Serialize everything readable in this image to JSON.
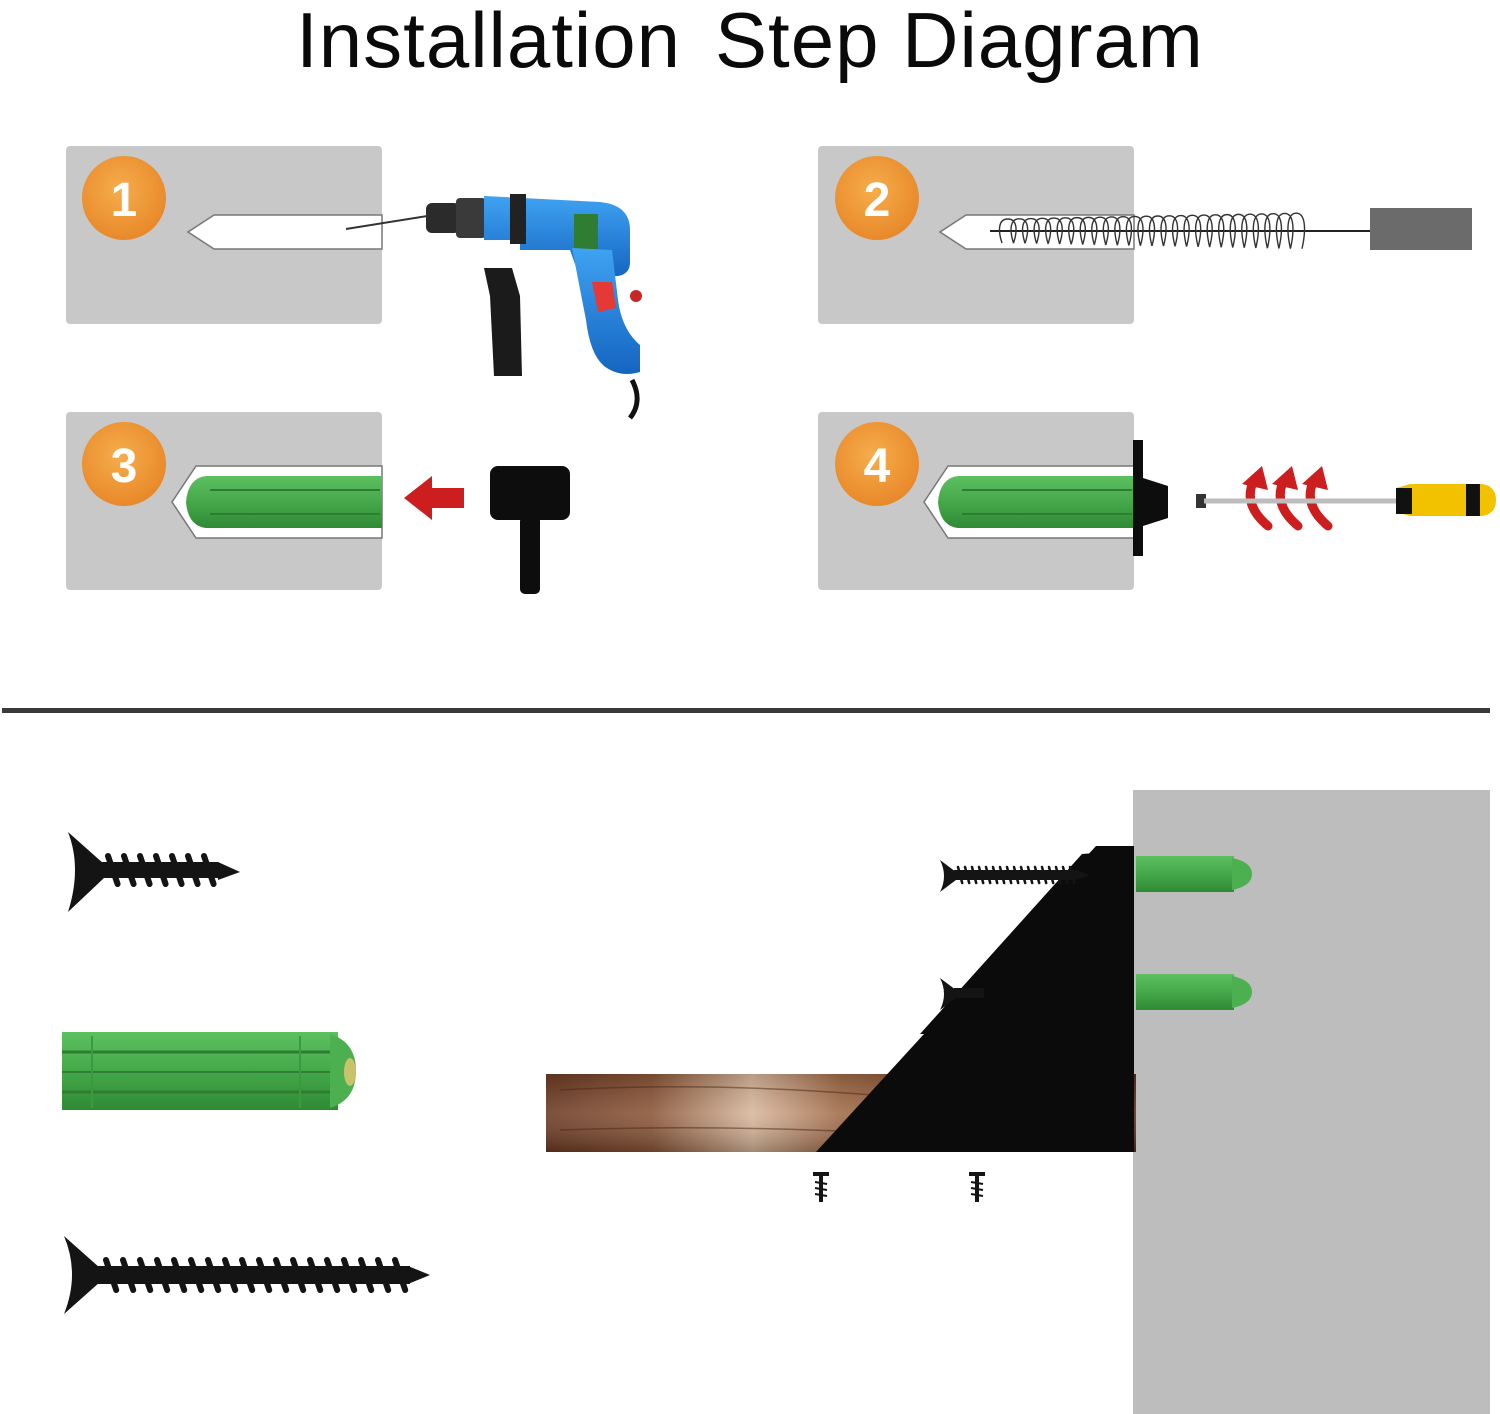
{
  "title": {
    "word1": "Installation",
    "word2": "Step Diagram"
  },
  "steps": [
    {
      "number": "1",
      "tool": "impact drill"
    },
    {
      "number": "2",
      "tool": "cleaning brush"
    },
    {
      "number": "3",
      "tool": "hammer"
    },
    {
      "number": "4",
      "tool": "screwdriver"
    }
  ],
  "colors": {
    "badge": "#ef9a33",
    "panel": "#c8c8c8",
    "wall": "#bdbdbd",
    "anchor": "#4caf50",
    "bracket": "#0b0b0b",
    "arrow": "#cc1e1e",
    "drill_body": "#1f86e0",
    "divider": "#3a3a3a"
  },
  "icons": [
    "drill-icon",
    "brush-icon",
    "hammer-icon",
    "screwdriver-icon",
    "rotate-arrows-icon",
    "screw-icon",
    "wall-anchor-icon",
    "shelf-bracket-icon",
    "wooden-board-icon"
  ]
}
